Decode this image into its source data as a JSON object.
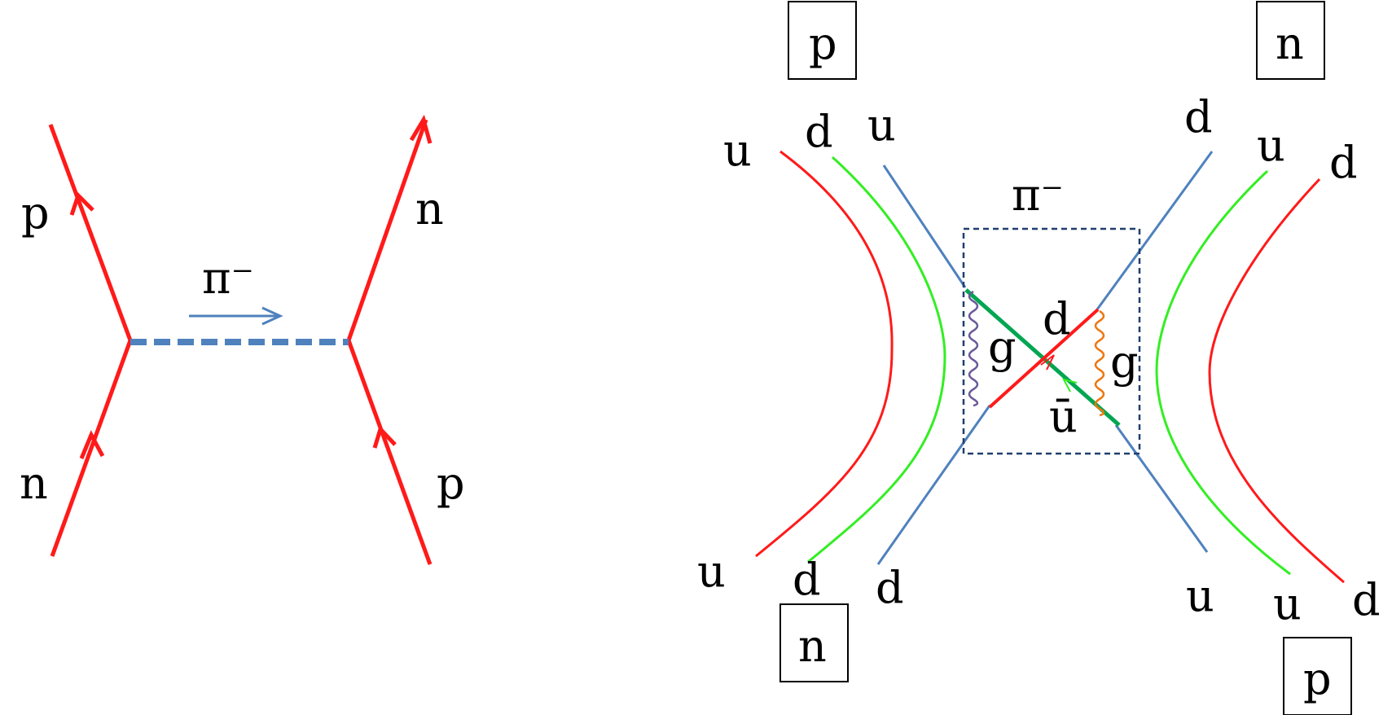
{
  "left_diagram": {
    "labels": {
      "top_left": "p",
      "bottom_left": "n",
      "top_right": "n",
      "bottom_right": "p",
      "exchange": "π⁻"
    },
    "colors": {
      "fermion": "#ff1a1a",
      "pion": "#4f81bd"
    }
  },
  "right_diagram": {
    "hadron_boxes": {
      "top_left": "p",
      "top_right": "n",
      "bottom_left": "n",
      "bottom_right": "p"
    },
    "quark_labels": {
      "tl_u": "u",
      "tl_d": "d",
      "tl_u2": "u",
      "tr_d": "d",
      "tr_u": "u",
      "tr_d2": "d",
      "bl_u": "u",
      "bl_d": "d",
      "bl_d2": "d",
      "br_u": "u",
      "br_u2": "u",
      "br_d": "d"
    },
    "pion_label": "π⁻",
    "inner_labels": {
      "d": "d",
      "ubar": "ū",
      "gluon_left": "g",
      "gluon_right": "g"
    },
    "colors": {
      "red": "#ff1a1a",
      "green": "#33ee22",
      "blue": "#4f81bd",
      "dark_green": "#00a651",
      "purple": "#6a5a99",
      "orange": "#ee7711",
      "dashed_box": "#1f3f6f"
    }
  }
}
